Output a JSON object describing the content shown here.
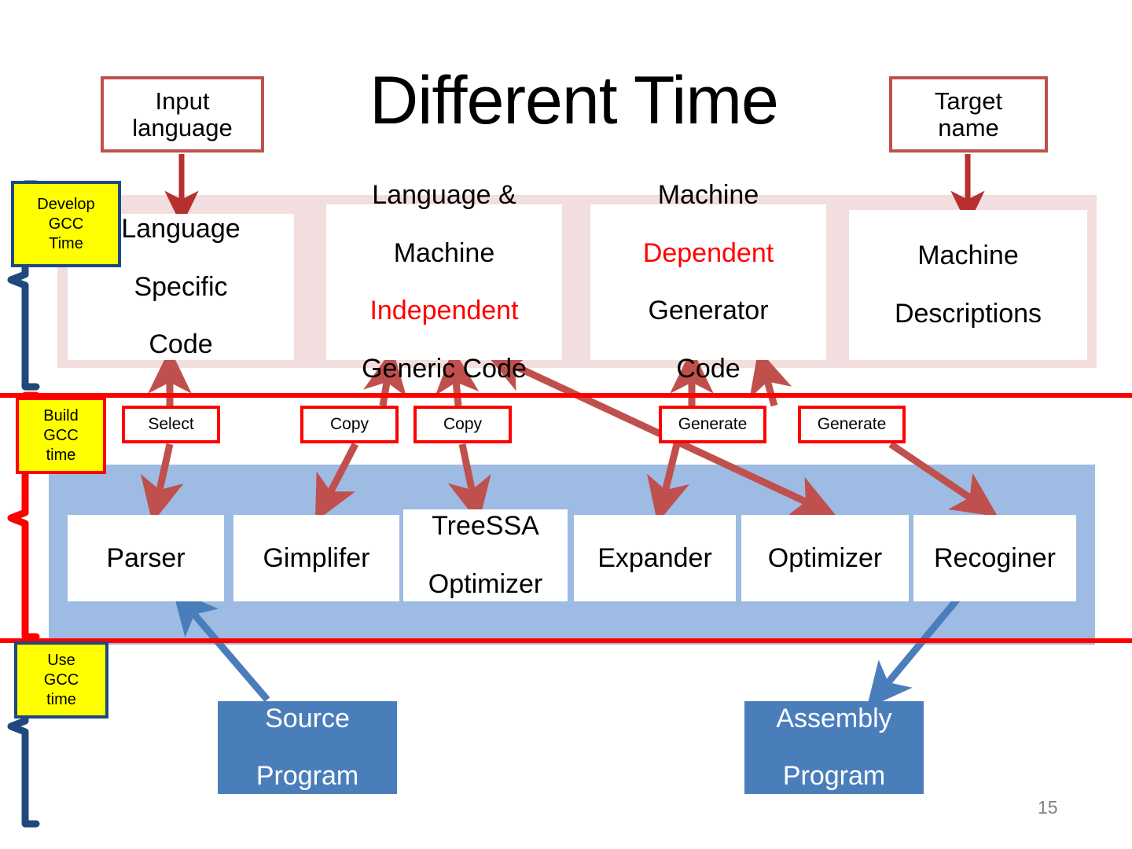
{
  "slide": {
    "title": "Different Time",
    "page_number": "15",
    "colors": {
      "pink_band": "#f2dede",
      "blue_band": "#9dbbe3",
      "red_rule": "#fe0000",
      "dark_red_border": "#c0504d",
      "yellow": "#ffff00",
      "navy": "#1f497d",
      "solid_blue": "#4a7ebb",
      "red_text": "#ff0000",
      "page_number_gray": "#808080"
    }
  },
  "inputs": {
    "input_language": "Input\nlanguage",
    "target_name": "Target\nname"
  },
  "phases": [
    {
      "id": "develop",
      "label": "Develop\nGCC\nTime",
      "border": "navy"
    },
    {
      "id": "build",
      "label": "Build\nGCC\ntime",
      "border": "red"
    },
    {
      "id": "use",
      "label": "Use\nGCC\ntime",
      "border": "navy"
    }
  ],
  "develop_row": [
    {
      "id": "language-specific-code",
      "lines": [
        {
          "text": "Language",
          "color": "black"
        },
        {
          "text": "Specific",
          "color": "black"
        },
        {
          "text": "Code",
          "color": "black"
        }
      ]
    },
    {
      "id": "language-machine-independent-generic-code",
      "lines": [
        {
          "text": "Language &",
          "color": "black"
        },
        {
          "text": "Machine",
          "color": "black"
        },
        {
          "text": "Independent",
          "color": "red"
        },
        {
          "text": "Generic Code",
          "color": "black"
        }
      ]
    },
    {
      "id": "machine-dependent-generator-code",
      "lines": [
        {
          "text": "Machine",
          "color": "black"
        },
        {
          "text": "Dependent",
          "color": "red"
        },
        {
          "text": "Generator",
          "color": "black"
        },
        {
          "text": "Code",
          "color": "black"
        }
      ]
    },
    {
      "id": "machine-descriptions",
      "lines": [
        {
          "text": "Machine",
          "color": "black"
        },
        {
          "text": "Descriptions",
          "color": "black"
        }
      ]
    }
  ],
  "action_labels": [
    {
      "id": "select",
      "label": "Select"
    },
    {
      "id": "copy-1",
      "label": "Copy"
    },
    {
      "id": "copy-2",
      "label": "Copy"
    },
    {
      "id": "generate-1",
      "label": "Generate"
    },
    {
      "id": "generate-2",
      "label": "Generate"
    }
  ],
  "pipeline": [
    {
      "id": "parser",
      "lines": [
        "Parser"
      ]
    },
    {
      "id": "gimplifer",
      "lines": [
        "Gimplifer"
      ]
    },
    {
      "id": "treessa-optimizer",
      "lines": [
        "TreeSSA",
        "Optimizer"
      ]
    },
    {
      "id": "expander",
      "lines": [
        "Expander"
      ]
    },
    {
      "id": "optimizer",
      "lines": [
        "Optimizer"
      ]
    },
    {
      "id": "recoginer",
      "lines": [
        "Recoginer"
      ]
    }
  ],
  "programs": [
    {
      "id": "source-program",
      "lines": [
        "Source",
        "Program"
      ]
    },
    {
      "id": "assembly-program",
      "lines": [
        "Assembly",
        "Program"
      ]
    }
  ]
}
